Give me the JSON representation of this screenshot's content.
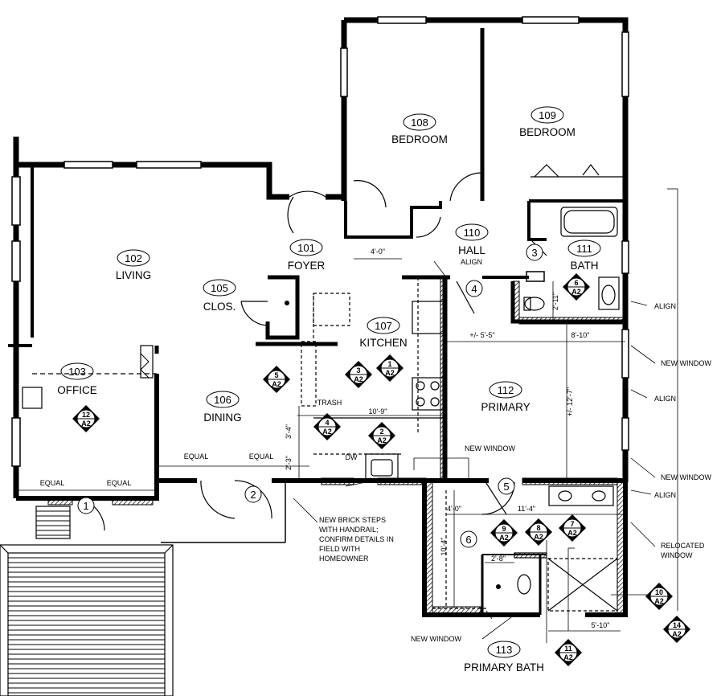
{
  "rooms": [
    {
      "number": "101",
      "name": "FOYER"
    },
    {
      "number": "102",
      "name": "LIVING"
    },
    {
      "number": "103",
      "name": "OFFICE"
    },
    {
      "number": "105",
      "name": "CLOS."
    },
    {
      "number": "106",
      "name": "DINING"
    },
    {
      "number": "107",
      "name": "KITCHEN"
    },
    {
      "number": "108",
      "name": "BEDROOM"
    },
    {
      "number": "109",
      "name": "BEDROOM"
    },
    {
      "number": "110",
      "name": "HALL"
    },
    {
      "number": "111",
      "name": "BATH"
    },
    {
      "number": "112",
      "name": "PRIMARY"
    },
    {
      "number": "113",
      "name": "PRIMARY BATH"
    }
  ],
  "dimensions": {
    "foyer_width": "4'-0\"",
    "hall_width": "+/- 5'-5\"",
    "bath_width": "8'-10\"",
    "bath_depth": "2'-11\"",
    "primary_depth": "+/- 12'-7\"",
    "kitchen_width": "10'-9\"",
    "kitchen_a": "3'-4\"",
    "kitchen_b": "2'-3\"",
    "pb_a": "4'-0\"",
    "pb_b": "11'-4\"",
    "pb_c": "10'-4\"",
    "pb_d": "2'-8\"",
    "pb_e": "5'-10\"",
    "equal": "EQUAL"
  },
  "labels": {
    "align": "ALIGN",
    "new_window": "NEW WINDOW",
    "relocated_window_1": "RELOCATED",
    "relocated_window_2": "WINDOW",
    "trash": "TRASH",
    "dw": "DW"
  },
  "steps_note": [
    "NEW BRICK STEPS",
    "WITH HANDRAIL;",
    "CONFIRM DETAILS IN",
    "FIELD WITH",
    "HOMEOWNER"
  ],
  "door_tags": [
    "1",
    "2",
    "3",
    "4",
    "5",
    "6"
  ],
  "section_tags": [
    {
      "num": "2",
      "sheet": "A2"
    },
    {
      "num": "3",
      "sheet": "A2"
    },
    {
      "num": "1",
      "sheet": "A2"
    },
    {
      "num": "4",
      "sheet": "A2"
    },
    {
      "num": "5",
      "sheet": "A2"
    },
    {
      "num": "6",
      "sheet": "A2"
    },
    {
      "num": "7",
      "sheet": "A2"
    },
    {
      "num": "8",
      "sheet": "A2"
    },
    {
      "num": "9",
      "sheet": "A2"
    },
    {
      "num": "10",
      "sheet": "A2"
    },
    {
      "num": "11",
      "sheet": "A2"
    },
    {
      "num": "12",
      "sheet": "A2"
    },
    {
      "num": "14",
      "sheet": "A2"
    }
  ]
}
